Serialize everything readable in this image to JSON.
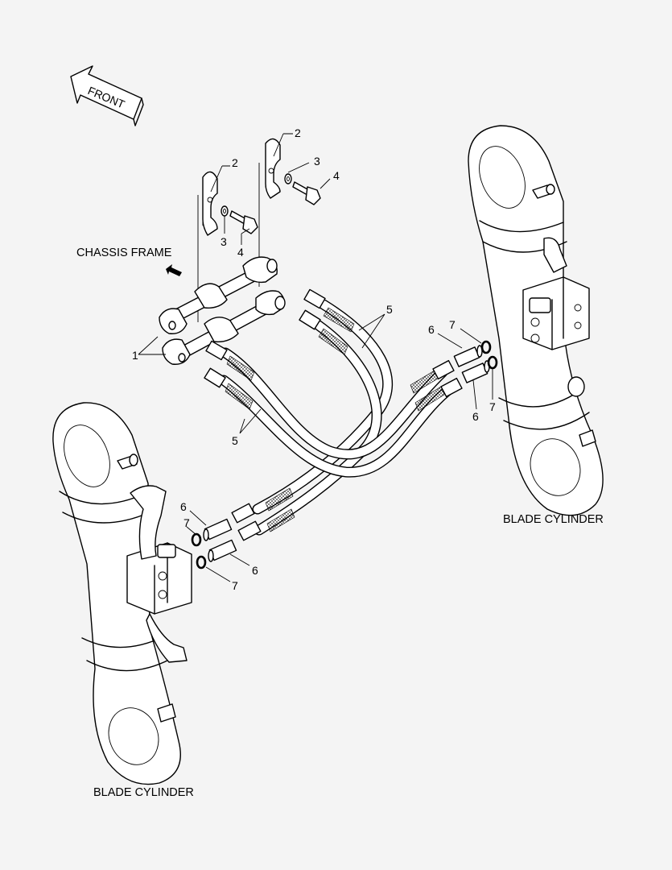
{
  "labels": {
    "front": "FRONT",
    "chassis_frame": "CHASSIS FRAME",
    "blade_cylinder_right": "BLADE CYLINDER",
    "blade_cylinder_left": "BLADE CYLINDER"
  },
  "callouts": {
    "c1": "1",
    "c2a": "2",
    "c2b": "2",
    "c3a": "3",
    "c3b": "3",
    "c4a": "4",
    "c4b": "4",
    "c5a": "5",
    "c5b": "5",
    "c6a": "6",
    "c6b": "6",
    "c6c": "6",
    "c6d": "6",
    "c7a": "7",
    "c7b": "7",
    "c7c": "7",
    "c7d": "7"
  }
}
